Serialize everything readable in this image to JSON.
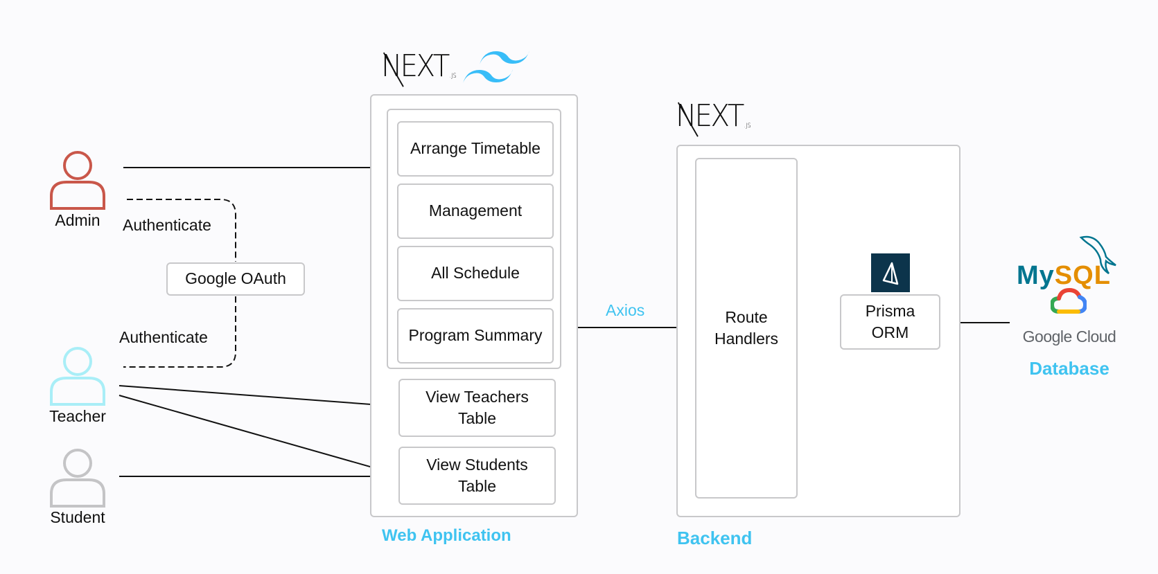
{
  "actors": {
    "admin": "Admin",
    "teacher": "Teacher",
    "student": "Student"
  },
  "auth": {
    "authenticate_top": "Authenticate",
    "authenticate_bottom": "Authenticate",
    "google_oauth": "Google OAuth"
  },
  "web_app": {
    "logo_text": "NEXT",
    "logo_sub": ".JS",
    "admin_features": [
      "Arrange Timetable",
      "Management",
      "All Schedule",
      "Program Summary"
    ],
    "view_teachers_line1": "View Teachers",
    "view_teachers_line2": "Table",
    "view_students_line1": "View Students",
    "view_students_line2": "Table",
    "label": "Web Application"
  },
  "connector": {
    "axios": "Axios"
  },
  "backend": {
    "logo_text": "NEXT",
    "logo_sub": ".JS",
    "route_line1": "Route",
    "route_line2": "Handlers",
    "prisma_line1": "Prisma",
    "prisma_line2": "ORM",
    "label": "Backend"
  },
  "database": {
    "mysql_my": "My",
    "mysql_sql": "SQL",
    "google_cloud": "Google Cloud",
    "label": "Database"
  },
  "colors": {
    "admin": "#c9574a",
    "teacher": "#a9eef7",
    "student": "#c4c4c6",
    "accent": "#3fc3f0",
    "prisma": "#0c344b",
    "mysql_blue": "#00758f",
    "mysql_orange": "#e48e00"
  },
  "icons": {
    "admin": "person-icon",
    "teacher": "person-icon",
    "student": "person-icon",
    "tailwind": "tailwind-logo-icon",
    "prisma": "prisma-logo-icon",
    "dolphin": "mysql-dolphin-icon",
    "cloud": "google-cloud-icon"
  }
}
